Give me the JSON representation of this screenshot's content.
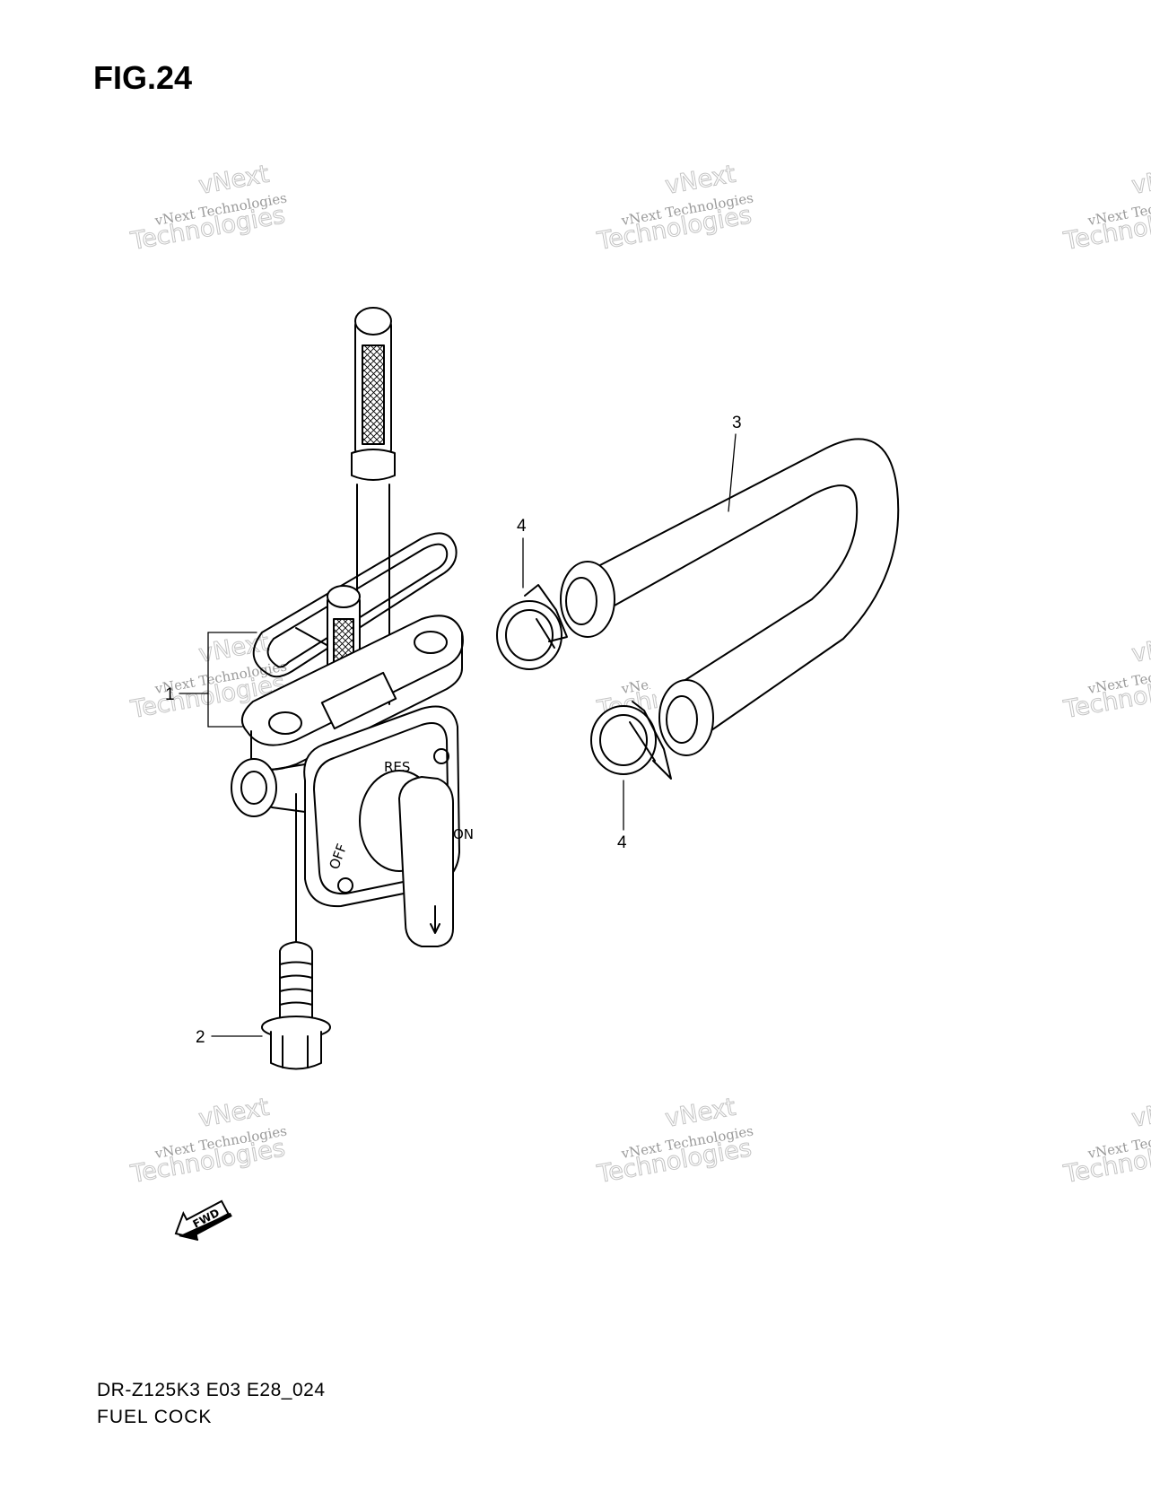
{
  "figure": {
    "title": "FIG.24"
  },
  "footer": {
    "model_code": "DR-Z125K3 E03 E28_024",
    "section_name": "FUEL COCK"
  },
  "callouts": [
    {
      "id": "c1",
      "label": "1"
    },
    {
      "id": "c2",
      "label": "2"
    },
    {
      "id": "c3",
      "label": "3"
    },
    {
      "id": "c4a",
      "label": "4"
    },
    {
      "id": "c4b",
      "label": "4"
    }
  ],
  "lever_markings": {
    "res": "RES",
    "off": "OFF",
    "on": "ON"
  },
  "direction_arrow": {
    "label": "FWD"
  },
  "watermark": {
    "line1": "vNext",
    "line2": "vNext Technologies",
    "line3": "Technologies"
  }
}
